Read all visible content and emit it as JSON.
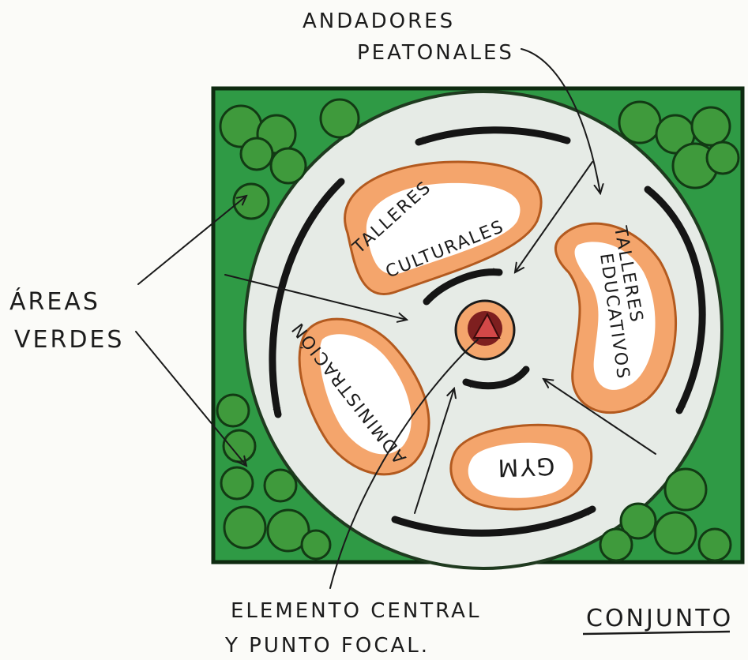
{
  "labels": {
    "andadores_line1": "ANDADORES",
    "andadores_line2": "PEATONALES",
    "areas_line1": "ÁREAS",
    "areas_line2": "VERDES",
    "elemento_line1": "ELEMENTO CENTRAL",
    "elemento_line2": "Y PUNTO FOCAL.",
    "conjunto": "CONJUNTO"
  },
  "buildings": {
    "talleres_culturales_line1": "TALLERES",
    "talleres_culturales_line2": "CULTURALES",
    "talleres_educativos_line1": "TALLERES",
    "talleres_educativos_line2": "EDUCATIVOS",
    "administracion": "ADMINISTRACIÓN",
    "gym": "GYM"
  },
  "colors": {
    "green_area": "#2f9a45",
    "plaza": "#e6ebe6",
    "building_halo": "#f4a56c",
    "building_fill": "#ffffff",
    "tree": "#3f9a3c",
    "focal": "#a02b2b",
    "ink": "#151515"
  }
}
